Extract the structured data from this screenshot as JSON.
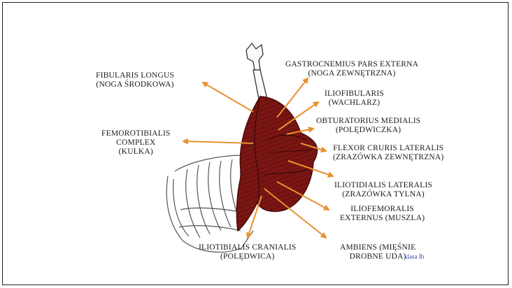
{
  "labels": {
    "gastrocnemius": [
      "GASTROCNEMIUS PARS EXTERNA",
      "(NOGA ZEWNĘTRZNA)"
    ],
    "fibularis": [
      "FIBULARIS LONGUS",
      "(NOGA ŚRODKOWA)"
    ],
    "iliofibularis": [
      "ILIOFIBULARIS",
      "(WACHLARZ)"
    ],
    "obturatorius": [
      "OBTURATORIUS MEDIALIS",
      "(POLĘDWICZKA)"
    ],
    "femorotibialis": [
      "FEMOROTIBIALIS",
      "COMPLEX",
      "(KULKA)"
    ],
    "flexor": [
      "FLEXOR CRURIS LATERALIS",
      "(ZRAZÓWKA ZEWNĘTRZNA)"
    ],
    "iliotibialis_lat": [
      "ILIOTIDIALIS LATERALIS",
      "(ZRAZÓWKA TYLNA)"
    ],
    "iliofemoralis": [
      "ILIOFEMORALIS",
      "EXTERNUS (MUSZLA)"
    ],
    "iliotibialis_cran": [
      "ILIOTIBIALIS CRANIALIS",
      "(POLĘDWICA)"
    ],
    "ambiens": [
      "AMBIENS (MIĘŚNIE",
      "DROBNE UDA)"
    ]
  },
  "note": "klasa Ib",
  "colors": {
    "muscle": "#7a1614",
    "muscle_dark": "#4a0a08",
    "arrow": "#e8912e",
    "skeleton": "#555555"
  }
}
